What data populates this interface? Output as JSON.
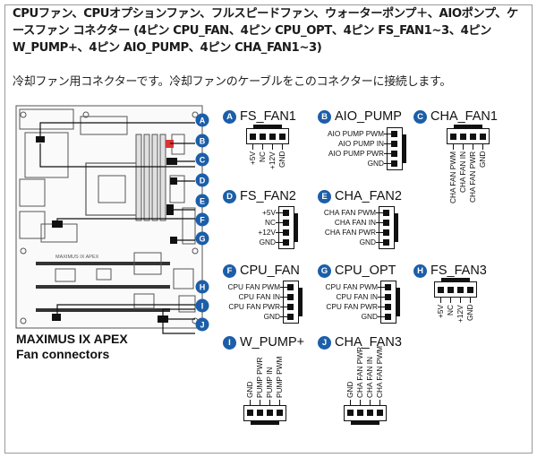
{
  "title": "CPUファン、CPUオプションファン、フルスピードファン、ウォーターポンプ＋、AIOポンプ、ケースファン コネクター (4ピン CPU_FAN、4ピン CPU_OPT、4ピン FS_FAN1~3、4ピン W_PUMP+、4ピン AIO_PUMP、4ピン CHA_FAN1~3)",
  "subtitle": "冷却ファン用コネクターです。冷却ファンのケーブルをこのコネクターに接続します。",
  "board": {
    "silk_label": "MAXIMUS IX APEX",
    "caption_line1": "MAXIMUS IX APEX",
    "caption_line2": "Fan connectors",
    "markers": [
      "A",
      "B",
      "C",
      "D",
      "E",
      "F",
      "G",
      "H",
      "I",
      "J"
    ]
  },
  "colors": {
    "accent": "#1c5ea8",
    "line": "#111111",
    "board": "#555555"
  },
  "connectors": {
    "A": {
      "letter": "A",
      "name": "FS_FAN1",
      "orientation": "vertical",
      "pins": [
        "+5V",
        "NC",
        "+12V",
        "GND"
      ]
    },
    "B": {
      "letter": "B",
      "name": "AIO_PUMP",
      "orientation": "horizontal",
      "pins": [
        "AIO PUMP PWM",
        "AIO PUMP IN",
        "AIO PUMP PWR",
        "GND"
      ]
    },
    "C": {
      "letter": "C",
      "name": "CHA_FAN1",
      "orientation": "vertical",
      "pins": [
        "CHA FAN PWM",
        "CHA FAN IN",
        "CHA FAN PWR",
        "GND"
      ]
    },
    "D": {
      "letter": "D",
      "name": "FS_FAN2",
      "orientation": "horizontal",
      "pins": [
        "+5V",
        "NC",
        "+12V",
        "GND"
      ]
    },
    "E": {
      "letter": "E",
      "name": "CHA_FAN2",
      "orientation": "horizontal",
      "pins": [
        "CHA FAN PWM",
        "CHA FAN IN",
        "CHA FAN PWR",
        "GND"
      ]
    },
    "F": {
      "letter": "F",
      "name": "CPU_FAN",
      "orientation": "horizontal",
      "pins": [
        "CPU FAN PWM",
        "CPU FAN IN",
        "CPU FAN PWR",
        "GND"
      ]
    },
    "G": {
      "letter": "G",
      "name": "CPU_OPT",
      "orientation": "horizontal",
      "pins": [
        "CPU FAN PWM",
        "CPU FAN IN",
        "CPU FAN PWR",
        "GND"
      ]
    },
    "H": {
      "letter": "H",
      "name": "FS_FAN3",
      "orientation": "vertical",
      "pins": [
        "+5V",
        "NC",
        "+12V",
        "GND"
      ]
    },
    "I": {
      "letter": "I",
      "name": "W_PUMP+",
      "orientation": "vertical-top",
      "pins": [
        "GND",
        "PUMP PWR",
        "PUMP IN",
        "PUMP PWM"
      ]
    },
    "J": {
      "letter": "J",
      "name": "CHA_FAN3",
      "orientation": "vertical-top",
      "pins": [
        "GND",
        "CHA FAN PWR",
        "CHA FAN IN",
        "CHA FAN PWM"
      ]
    }
  }
}
